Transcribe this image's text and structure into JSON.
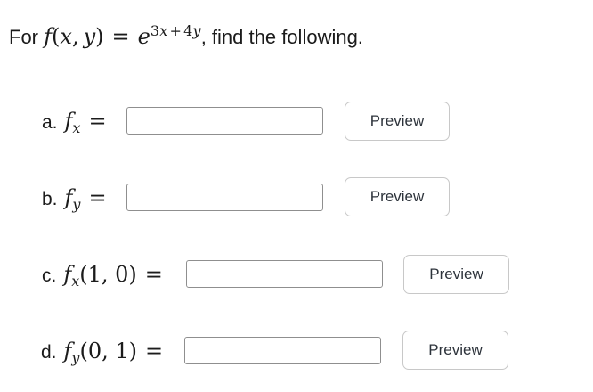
{
  "title": {
    "prefix": "For",
    "func": "f",
    "open_paren": "(",
    "var_x": "x",
    "comma": ",",
    "var_y": "y",
    "close_paren": ")",
    "equals": "=",
    "base_e": "e",
    "exp_coef1": "3",
    "exp_var1": "x",
    "exp_plus": "+",
    "exp_coef2": "4",
    "exp_var2": "y",
    "suffix": ", find the following."
  },
  "rows": [
    {
      "letter": "a.",
      "func": "f",
      "subscript": "x",
      "args": "",
      "equals": "=",
      "input": {
        "value": "",
        "placeholder": ""
      },
      "preview_label": "Preview"
    },
    {
      "letter": "b.",
      "func": "f",
      "subscript": "y",
      "args": "",
      "equals": "=",
      "input": {
        "value": "",
        "placeholder": ""
      },
      "preview_label": "Preview"
    },
    {
      "letter": "c.",
      "func": "f",
      "subscript": "x",
      "args": "(1, 0)",
      "equals": "=",
      "input": {
        "value": "",
        "placeholder": ""
      },
      "preview_label": "Preview"
    },
    {
      "letter": "d.",
      "func": "f",
      "subscript": "y",
      "args": "(0, 1)",
      "equals": "=",
      "input": {
        "value": "",
        "placeholder": ""
      },
      "preview_label": "Preview"
    }
  ],
  "colors": {
    "bg": "#ffffff",
    "text": "#1b1b1b",
    "input_border": "#8f8f8f",
    "button_border": "#c8c8c8",
    "button_bg": "#ffffff",
    "button_text": "#2d333b"
  }
}
